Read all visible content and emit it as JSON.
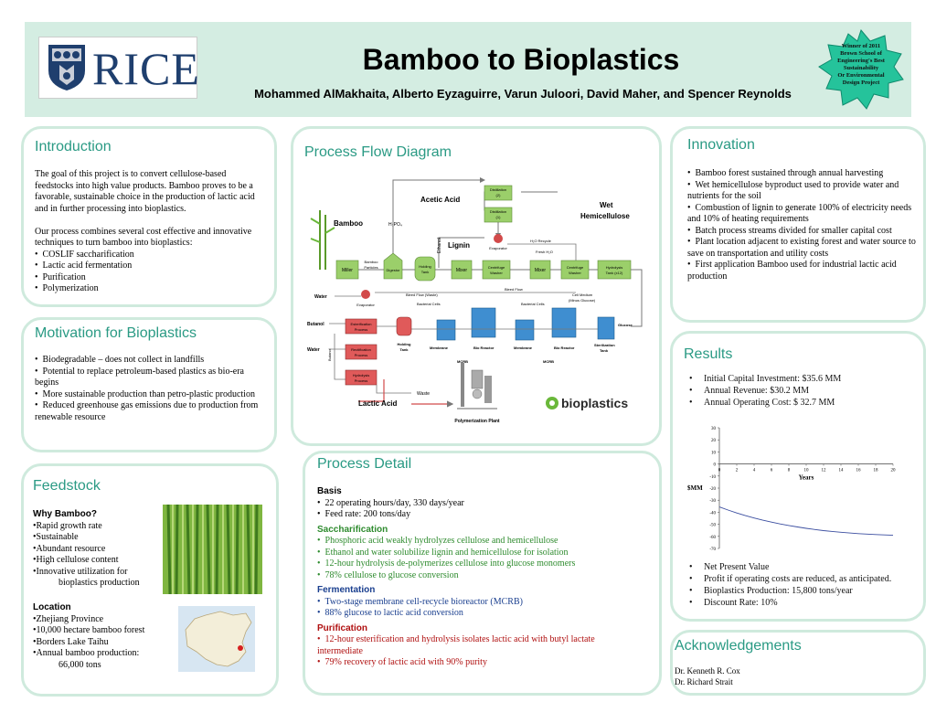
{
  "header": {
    "logo_text": "RICE",
    "title": "Bamboo to Bioplastics",
    "authors": "Mohammed AlMakhaita, Alberto Eyzaguirre, Varun Juloori, David Maher, and Spencer Reynolds",
    "award_lines": [
      "Winner of 2011",
      "Brown School of",
      "Engineering's Best",
      "Sustainability",
      "Or Environmental",
      "Design Project"
    ]
  },
  "introduction": {
    "title": "Introduction",
    "para1": "The goal of this project is to convert cellulose-based feedstocks into high value products.  Bamboo proves to be a favorable, sustainable choice in the production of lactic acid and in further processing into bioplastics.",
    "para2": "Our process combines several cost effective and innovative techniques to turn bamboo into bioplastics:",
    "bullets": [
      "COSLIF saccharification",
      "Lactic acid fermentation",
      "Purification",
      "Polymerization"
    ]
  },
  "motivation": {
    "title": "Motivation for Bioplastics",
    "bullets": [
      "Biodegradable – does not collect in landfills",
      "Potential to replace petroleum-based plastics as bio-era begins",
      "More sustainable production than petro-plastic production",
      "Reduced greenhouse gas emissions due to production from renewable resource"
    ]
  },
  "feedstock": {
    "title": "Feedstock",
    "why_heading": "Why Bamboo?",
    "why_items": [
      "•Rapid growth rate",
      "•Sustainable",
      "•Abundant resource",
      "•High cellulose content",
      "•Innovative utilization for",
      "bioplastics production"
    ],
    "location_heading": "Location",
    "location_items": [
      "•Zhejiang Province",
      "•10,000 hectare bamboo forest",
      "•Borders Lake Taihu",
      "•Annual bamboo production:",
      "66,000 tons"
    ]
  },
  "process_flow": {
    "title": "Process Flow Diagram",
    "labels": {
      "acetic_acid": "Acetic Acid",
      "wet_hemi_1": "Wet",
      "wet_hemi_2": "Hemicellulose",
      "bamboo": "Bamboo",
      "h3po4": "H₃PO₄",
      "lignin": "Lignin",
      "ethanol": "Ethanol",
      "dist2_a": "Distillation",
      "dist2_b": "(2)",
      "dist1_a": "Distillation",
      "dist1_b": "(1)",
      "evaporator": "Evaporator",
      "h2o_recycle": "H₂O Recycle",
      "fresh_h2o": "Fresh H₂O",
      "miller": "Miller",
      "bamboo_particles_a": "Bamboo",
      "bamboo_particles_b": "Particles",
      "digestor": "Digestor",
      "holding_tank_a": "Holding",
      "holding_tank_b": "Tank",
      "mixer1": "Mixer",
      "cw1_a": "Centrifuge",
      "cw1_b": "Washer",
      "mixer2": "Mixer",
      "cw2_a": "Centrifuge",
      "cw2_b": "Washer",
      "hydro_tank_a": "Hydrolysis",
      "hydro_tank_b": "Tank  (x12)",
      "water1": "Water",
      "evaporator2": "Evaporator",
      "bleed_waste": "Bleed Flow (Waste)",
      "bleed_flow": "Bleed Flow",
      "cell_medium_a": "Cell Medium",
      "cell_medium_b": "(Minus Glucose)",
      "bacterial_cells_1": "Bacterial Cells",
      "bacterial_cells_2": "Bacterial Cells",
      "butanol": "Butanol",
      "water2": "Water",
      "butanol_v": "Butanol",
      "esterification_a": "Esterification",
      "esterification_b": "Process",
      "rectification_a": "Rectification",
      "rectification_b": "Process",
      "hydrolysis_a": "Hydrolysis",
      "hydrolysis_b": "Process",
      "holding_tank2_a": "Holding",
      "holding_tank2_b": "Tank",
      "membrane1": "Membrane",
      "bio_reactor1": "Bio Reactor",
      "membrane2": "Membrane",
      "bio_reactor2": "Bio Reactor",
      "glucose": "Glucose",
      "sterilization_a": "Sterilization",
      "sterilization_b": "Tank",
      "mcrb1": "MCRB",
      "mcrb2": "MCRB",
      "waste": "Waste",
      "lactic_acid": "Lactic Acid",
      "polymerization_plant": "Polymerization Plant",
      "bioplastics_brand": "bioplastics"
    }
  },
  "process_detail": {
    "title": "Process Detail",
    "basis_heading": "Basis",
    "basis_items": [
      "22 operating hours/day, 330 days/year",
      "Feed rate: 200 tons/day"
    ],
    "sacch_heading": "Saccharification",
    "sacch_items": [
      "Phosphoric acid weakly hydrolyzes cellulose and hemicellulose",
      "Ethanol and water solubilize lignin and hemicellulose for isolation",
      "12-hour hydrolysis de-polymerizes cellulose into glucose monomers",
      "78% cellulose to glucose conversion"
    ],
    "ferm_heading": "Fermentation",
    "ferm_items": [
      "Two-stage membrane cell-recycle bioreactor (MCRB)",
      "88% glucose to lactic acid conversion"
    ],
    "purif_heading": "Purification",
    "purif_items": [
      "12-hour esterification and hydrolysis isolates lactic acid with butyl lactate intermediate",
      "79% recovery of lactic acid with 90% purity"
    ]
  },
  "innovation": {
    "title": "Innovation",
    "bullets": [
      "Bamboo forest sustained through annual harvesting",
      "Wet hemicellulose byproduct used to provide water and nutrients for the soil",
      "Combustion of lignin to generate 100% of electricity needs and 10% of heating requirements",
      "Batch process streams divided for smaller capital cost",
      "Plant location adjacent to existing forest and water source to save on transportation and utility costs",
      "First application Bamboo used for industrial lactic acid production"
    ]
  },
  "results": {
    "title": "Results",
    "items_top": [
      "Initial Capital Investment:  $35.6 MM",
      "Annual Revenue: $30.2 MM",
      "Annual Operating Cost: $ 32.7 MM"
    ],
    "items_bottom": [
      "Net Present Value",
      "Profit if operating costs are reduced, as anticipated.",
      "Bioplastics Production: 15,800 tons/year",
      "Discount Rate: 10%"
    ]
  },
  "chart_data": {
    "type": "line",
    "title": "",
    "xlabel": "Years",
    "ylabel": "$MM",
    "xlim": [
      0,
      20
    ],
    "ylim": [
      -70,
      30
    ],
    "xticks": [
      "0",
      "2",
      "4",
      "6",
      "8",
      "10",
      "12",
      "14",
      "16",
      "18",
      "20"
    ],
    "yticks": [
      "30",
      "20",
      "10",
      "0",
      "-10",
      "-20",
      "-30",
      "-40",
      "-50",
      "-60",
      "-70"
    ],
    "grid": false,
    "series": [
      {
        "color": "#3b4ea0",
        "x": [
          0,
          1,
          2,
          3,
          4,
          5,
          6,
          7,
          8,
          9,
          10,
          11,
          12,
          13,
          14,
          15,
          16,
          17,
          18,
          19,
          20
        ],
        "y": [
          -35.6,
          -38.2,
          -40.6,
          -42.8,
          -44.8,
          -46.6,
          -48.2,
          -49.7,
          -51.0,
          -52.2,
          -53.3,
          -54.3,
          -55.2,
          -55.9,
          -56.6,
          -57.2,
          -57.7,
          -58.1,
          -58.5,
          -58.8,
          -59.1
        ]
      }
    ]
  },
  "acknowledgements": {
    "title": "Acknowledgements",
    "names": [
      "Dr. Kenneth R. Cox",
      "Dr. Richard Strait"
    ]
  }
}
